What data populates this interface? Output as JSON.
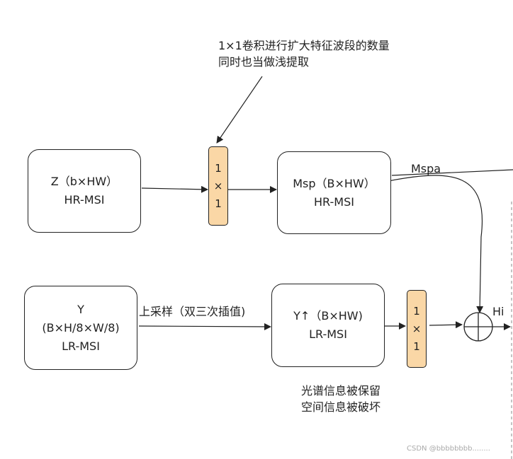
{
  "annotation_top": {
    "line1": "1×1卷积进行扩大特征波段的数量",
    "line2": "同时也当做浅提取"
  },
  "box_z": {
    "line1": "Z（b×HW）",
    "line2": "HR-MSI"
  },
  "conv_top": {
    "line1": "1",
    "line2": "×",
    "line3": "1"
  },
  "box_msp": {
    "line1": "Msp（B×HW）",
    "line2": "HR-MSI"
  },
  "label_mspa": "Mspa",
  "box_y": {
    "line1": "Y",
    "line2": "(B×H/8×W/8)",
    "line3": "LR-MSI"
  },
  "label_upsample": "上采样（双三次插值)",
  "box_yup": {
    "line1": "Y↑（B×HW)",
    "line2": "LR-MSI"
  },
  "conv_bottom": {
    "line1": "1",
    "line2": "×",
    "line3": "1"
  },
  "label_hi": "Hi",
  "annotation_bottom": {
    "line1": "光谱信息被保留",
    "line2": "空间信息被破坏"
  },
  "watermark": "CSDN @bbbbbbbb........"
}
